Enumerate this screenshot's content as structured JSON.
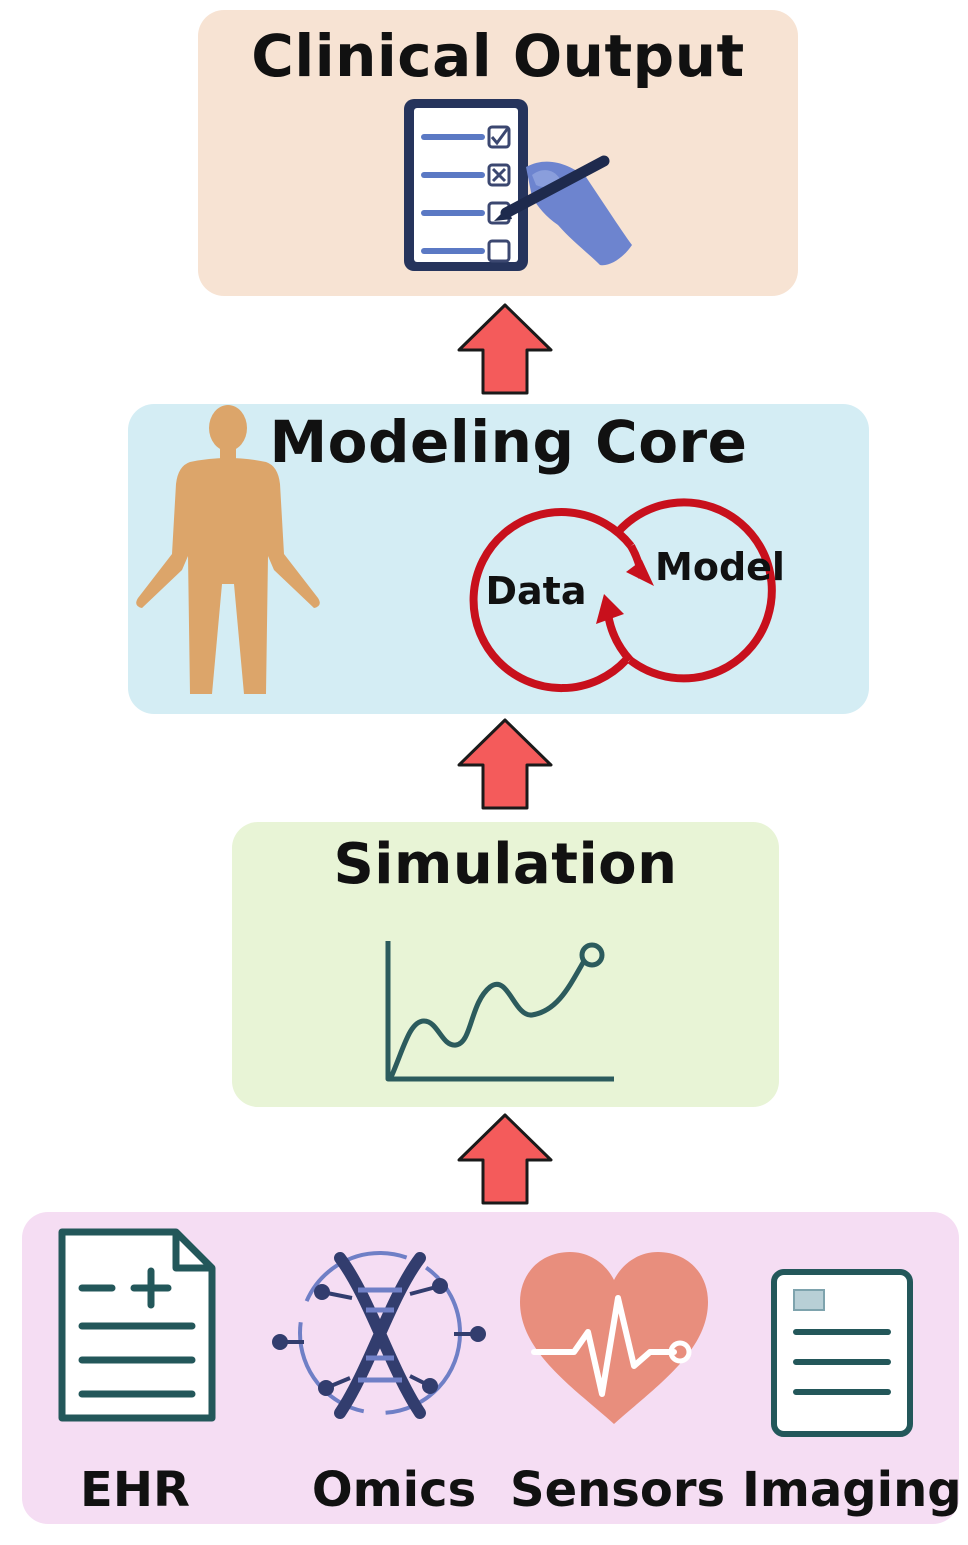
{
  "stages": {
    "clinical_output": {
      "title": "Clinical Output",
      "icon": "checklist-clipboard-icon"
    },
    "modeling_core": {
      "title": "Modeling Core",
      "icons": [
        "human-body-icon"
      ],
      "loop": {
        "left_label": "Data",
        "right_label": "Model"
      }
    },
    "simulation": {
      "title": "Simulation",
      "icon": "line-graph-icon"
    },
    "data_sources": {
      "items": [
        {
          "label": "EHR",
          "icon": "medical-record-icon"
        },
        {
          "label": "Omics",
          "icon": "dna-icon"
        },
        {
          "label": "Sensors",
          "icon": "heartbeat-icon"
        },
        {
          "label": "Imaging",
          "icon": "imaging-report-icon"
        }
      ]
    }
  },
  "colors": {
    "clinical_bg": "#f7e3d3",
    "modeling_bg": "#d4edf4",
    "simulation_bg": "#e8f4d6",
    "sources_bg": "#f5ddf3",
    "arrow_fill": "#f45b5b",
    "loop_red": "#c8101c"
  }
}
